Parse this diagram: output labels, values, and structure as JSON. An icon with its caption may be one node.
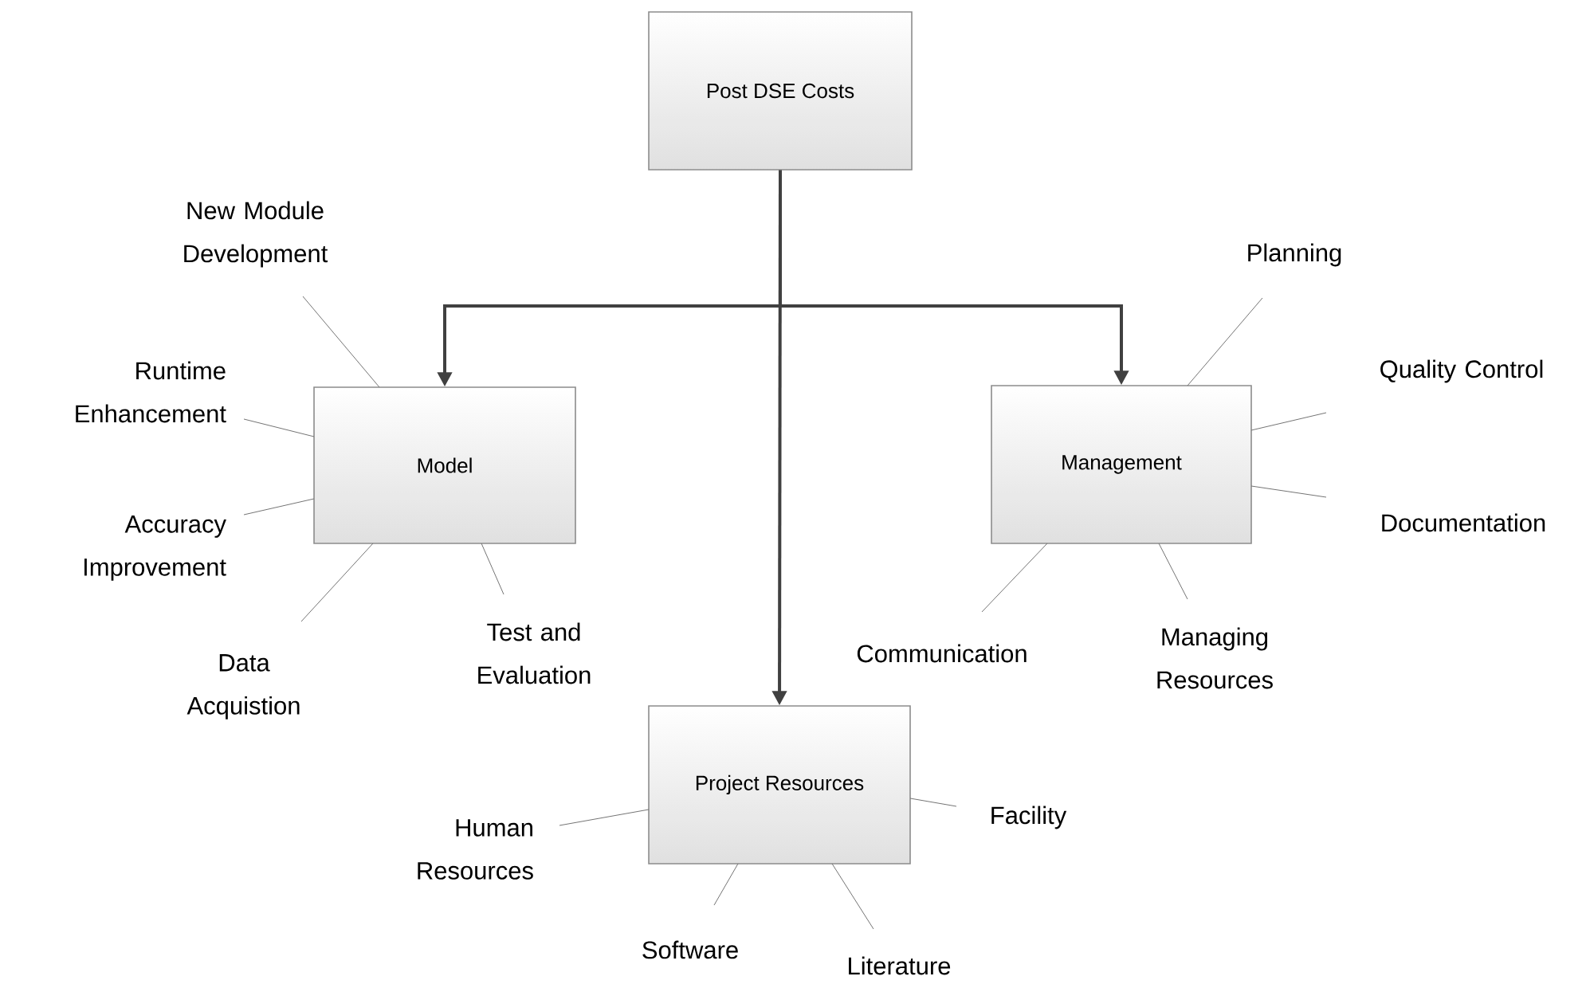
{
  "diagram": {
    "nodes": [
      {
        "text": [
          "Post DSE Costs"
        ]
      },
      {
        "text": [
          "Model"
        ]
      },
      {
        "text": [
          "Management"
        ]
      },
      {
        "text": [
          "Project Resources"
        ]
      },
      {
        "text": [
          "New Module Development"
        ]
      },
      {
        "text": [
          "Runtime Enhancement"
        ]
      },
      {
        "text": [
          "Accuracy Improvement"
        ]
      },
      {
        "text": [
          "Data Acquistion"
        ]
      },
      {
        "text": [
          "Test and Evaluation"
        ]
      },
      {
        "text": [
          "Planning"
        ]
      },
      {
        "text": [
          "Quality Control"
        ]
      },
      {
        "text": [
          "Documentation"
        ]
      },
      {
        "text": [
          "Communication"
        ]
      },
      {
        "text": [
          "Managing Resources"
        ]
      },
      {
        "text": [
          "Human Resources"
        ]
      },
      {
        "text": [
          "Facility"
        ]
      },
      {
        "text": [
          "Software"
        ]
      },
      {
        "text": [
          "Literature"
        ]
      }
    ],
    "edges": [
      {
        "from": 0,
        "to": 1,
        "arrow": "to",
        "style": "thick"
      },
      {
        "from": 0,
        "to": 2,
        "arrow": "to",
        "style": "thick"
      },
      {
        "from": 0,
        "to": 3,
        "arrow": "to",
        "style": "thick"
      },
      {
        "from": 1,
        "to": 4,
        "arrow": "none"
      },
      {
        "from": 1,
        "to": 5,
        "arrow": "none"
      },
      {
        "from": 1,
        "to": 6,
        "arrow": "none"
      },
      {
        "from": 1,
        "to": 7,
        "arrow": "none"
      },
      {
        "from": 1,
        "to": 8,
        "arrow": "none"
      },
      {
        "from": 2,
        "to": 9,
        "arrow": "none"
      },
      {
        "from": 2,
        "to": 10,
        "arrow": "none"
      },
      {
        "from": 2,
        "to": 11,
        "arrow": "none"
      },
      {
        "from": 2,
        "to": 12,
        "arrow": "none"
      },
      {
        "from": 2,
        "to": 13,
        "arrow": "none"
      },
      {
        "from": 3,
        "to": 14,
        "arrow": "none"
      },
      {
        "from": 3,
        "to": 15,
        "arrow": "none"
      },
      {
        "from": 3,
        "to": 16,
        "arrow": "none"
      },
      {
        "from": 3,
        "to": 17,
        "arrow": "none"
      }
    ]
  }
}
